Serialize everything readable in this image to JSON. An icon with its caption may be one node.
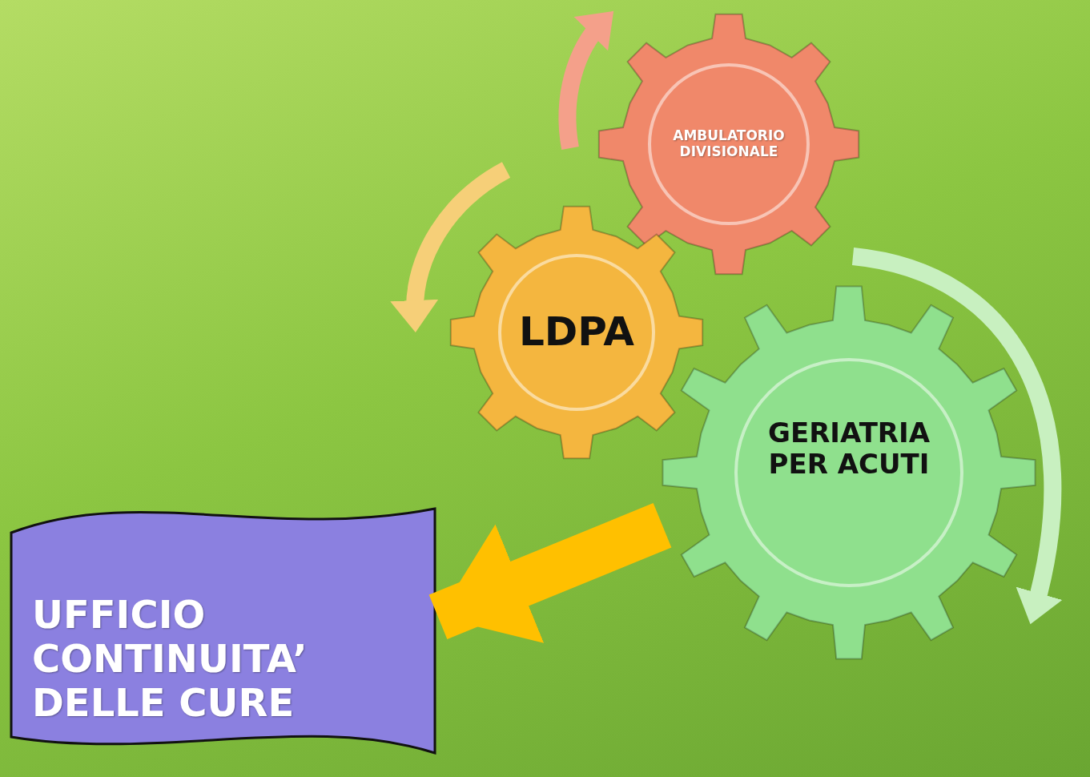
{
  "diagram": {
    "nodes": [
      {
        "text": [
          "AMBULATORIO DIVISIONALE"
        ]
      },
      {
        "text": [
          "LDPA"
        ]
      },
      {
        "text": [
          "GERIATRIA PER ACUTI"
        ]
      },
      {
        "text": [
          "UFFICIO CONTINUITA’ DELLE CURE"
        ]
      }
    ],
    "edges": [
      {
        "from": 2,
        "to": 3,
        "arrow": "to"
      }
    ]
  }
}
